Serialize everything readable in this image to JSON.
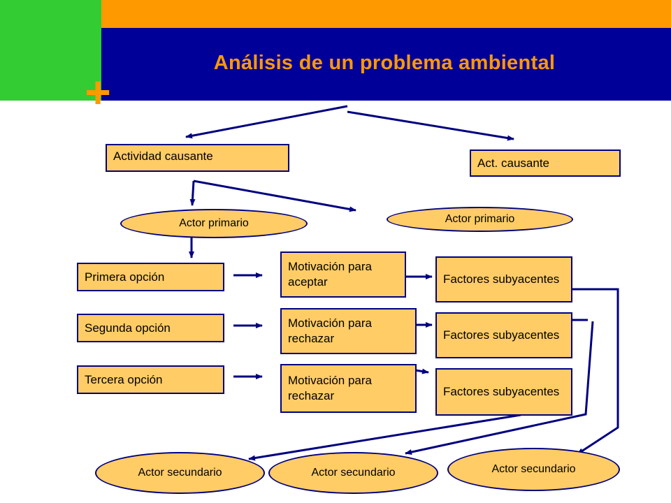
{
  "slide": {
    "title": "Análisis de un problema ambiental",
    "plus_symbol": "+",
    "colors": {
      "orange": "#FF9900",
      "blue": "#000099",
      "green": "#33CC33",
      "box_fill": "#FFCC66",
      "box_border": "#000080"
    }
  },
  "causes": [
    {
      "label": "Actividad causante"
    },
    {
      "label": "Act. causante"
    }
  ],
  "primary_actors": [
    {
      "label": "Actor primario"
    },
    {
      "label": "Actor primario"
    }
  ],
  "options": [
    {
      "label": "Primera opción"
    },
    {
      "label": "Segunda opción"
    },
    {
      "label": "Tercera opción"
    }
  ],
  "motivations": [
    {
      "label": "Motivación para aceptar"
    },
    {
      "label": "Motivación para rechazar"
    },
    {
      "label": "Motivación para rechazar"
    }
  ],
  "factors": [
    {
      "label": "Factores subyacentes"
    },
    {
      "label": "Factores subyacentes"
    },
    {
      "label": "Factores subyacentes"
    }
  ],
  "secondary_actors": [
    {
      "label": "Actor secundario"
    },
    {
      "label": "Actor secundario"
    },
    {
      "label": "Actor secundario"
    }
  ]
}
